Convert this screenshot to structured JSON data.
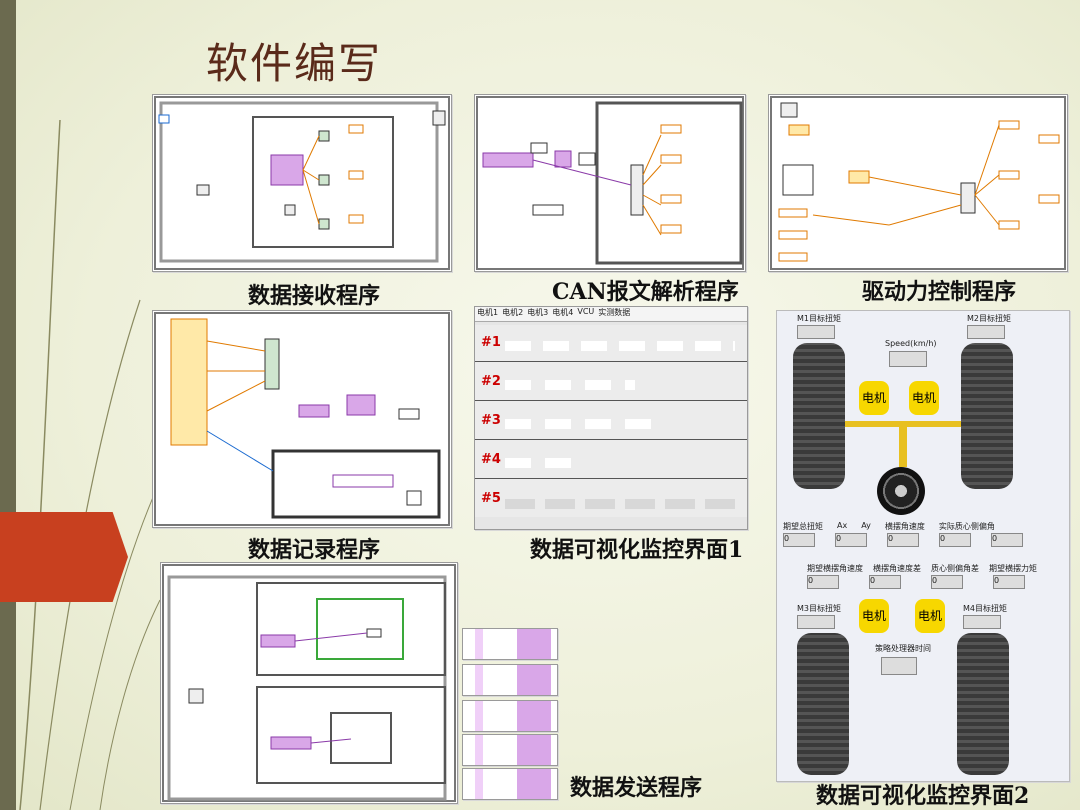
{
  "title": "软件编写",
  "captions": {
    "receive": "数据接收程序",
    "can": "CAN报文解析程序",
    "drive": "驱动力控制程序",
    "record": "数据记录程序",
    "monitor1": "数据可视化监控界面1",
    "send": "数据发送程序",
    "monitor2": "数据可视化监控界面2"
  },
  "monitor1": {
    "tabs": [
      "电机1",
      "电机2",
      "电机3",
      "电机4",
      "VCU",
      "实测数据"
    ],
    "panel_tags": [
      "#1",
      "#2",
      "#3",
      "#4",
      "#5"
    ]
  },
  "monitor2": {
    "m1_label": "M1目标扭矩",
    "m2_label": "M2目标扭矩",
    "m3_label": "M3目标扭矩",
    "m4_label": "M4目标扭矩",
    "speed_label": "Speed(km/h)",
    "motor_label": "电机",
    "row1": [
      "期望总扭矩",
      "Ax",
      "Ay",
      "横摆角速度",
      "实际质心侧偏角"
    ],
    "row2": [
      "期望横摆角速度",
      "横摆角速度差",
      "质心侧偏角差",
      "期望横摆力矩"
    ],
    "timing_label": "策略处理器时间",
    "zero": "0"
  }
}
